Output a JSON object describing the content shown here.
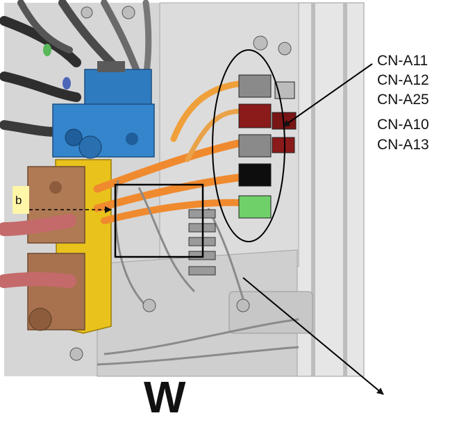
{
  "connector_labels": [
    "CN-A11",
    "CN-A12",
    "CN-A25",
    "CN-A10",
    "CN-A13"
  ],
  "callout_label": "b",
  "view_label": "W",
  "colors": {
    "background": "#ffffff",
    "panel": "#d9d9d9",
    "valve_block": "#2f7bc0",
    "bracket": "#e9c21c",
    "brass_fitting": "#b07a55",
    "orange_hose": "#f08a2e",
    "dark_hose": "#333333",
    "red_hose": "#c46a6a",
    "connector_grey": "#8a8a8a",
    "connector_red": "#8b1a1a",
    "connector_black": "#0d0d0d",
    "connector_green": "#6fd06a",
    "callout_highlight": "#fff6a8"
  },
  "icons": {
    "connector_group_marker": "ellipse-outline",
    "detail_marker": "rectangle-outline",
    "leader": "arrow"
  }
}
